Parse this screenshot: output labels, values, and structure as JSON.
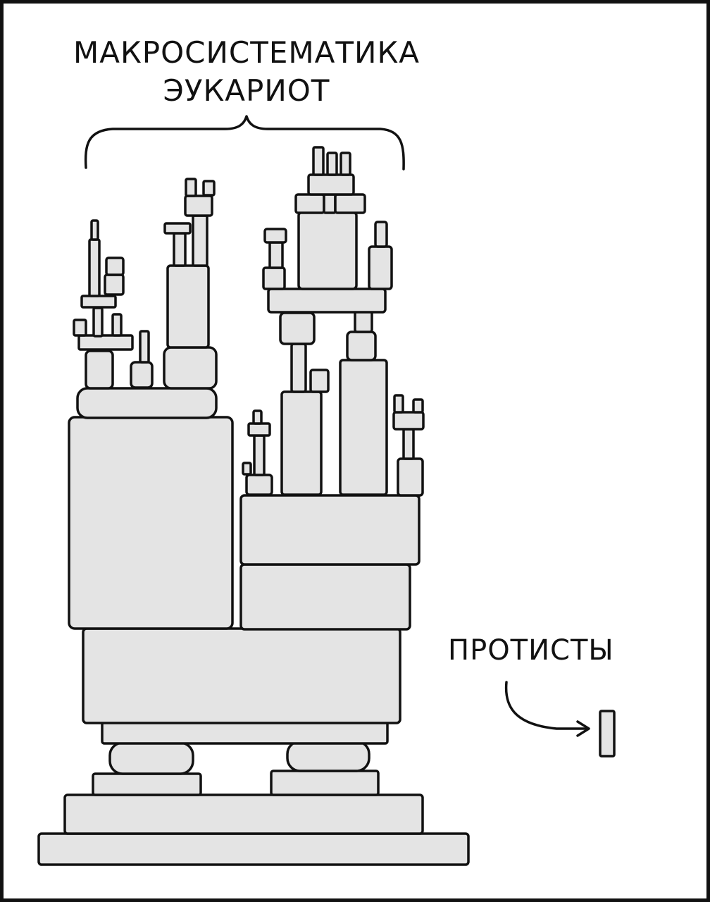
{
  "title": {
    "line1": "МАКРОСИСТЕМАТИКА",
    "line2": "ЭУКАРИОТ"
  },
  "protists_label": "ПРОТИСТЫ",
  "colors": {
    "block_fill": "#e4e4e4",
    "outline": "#111111",
    "background": "#ffffff"
  }
}
